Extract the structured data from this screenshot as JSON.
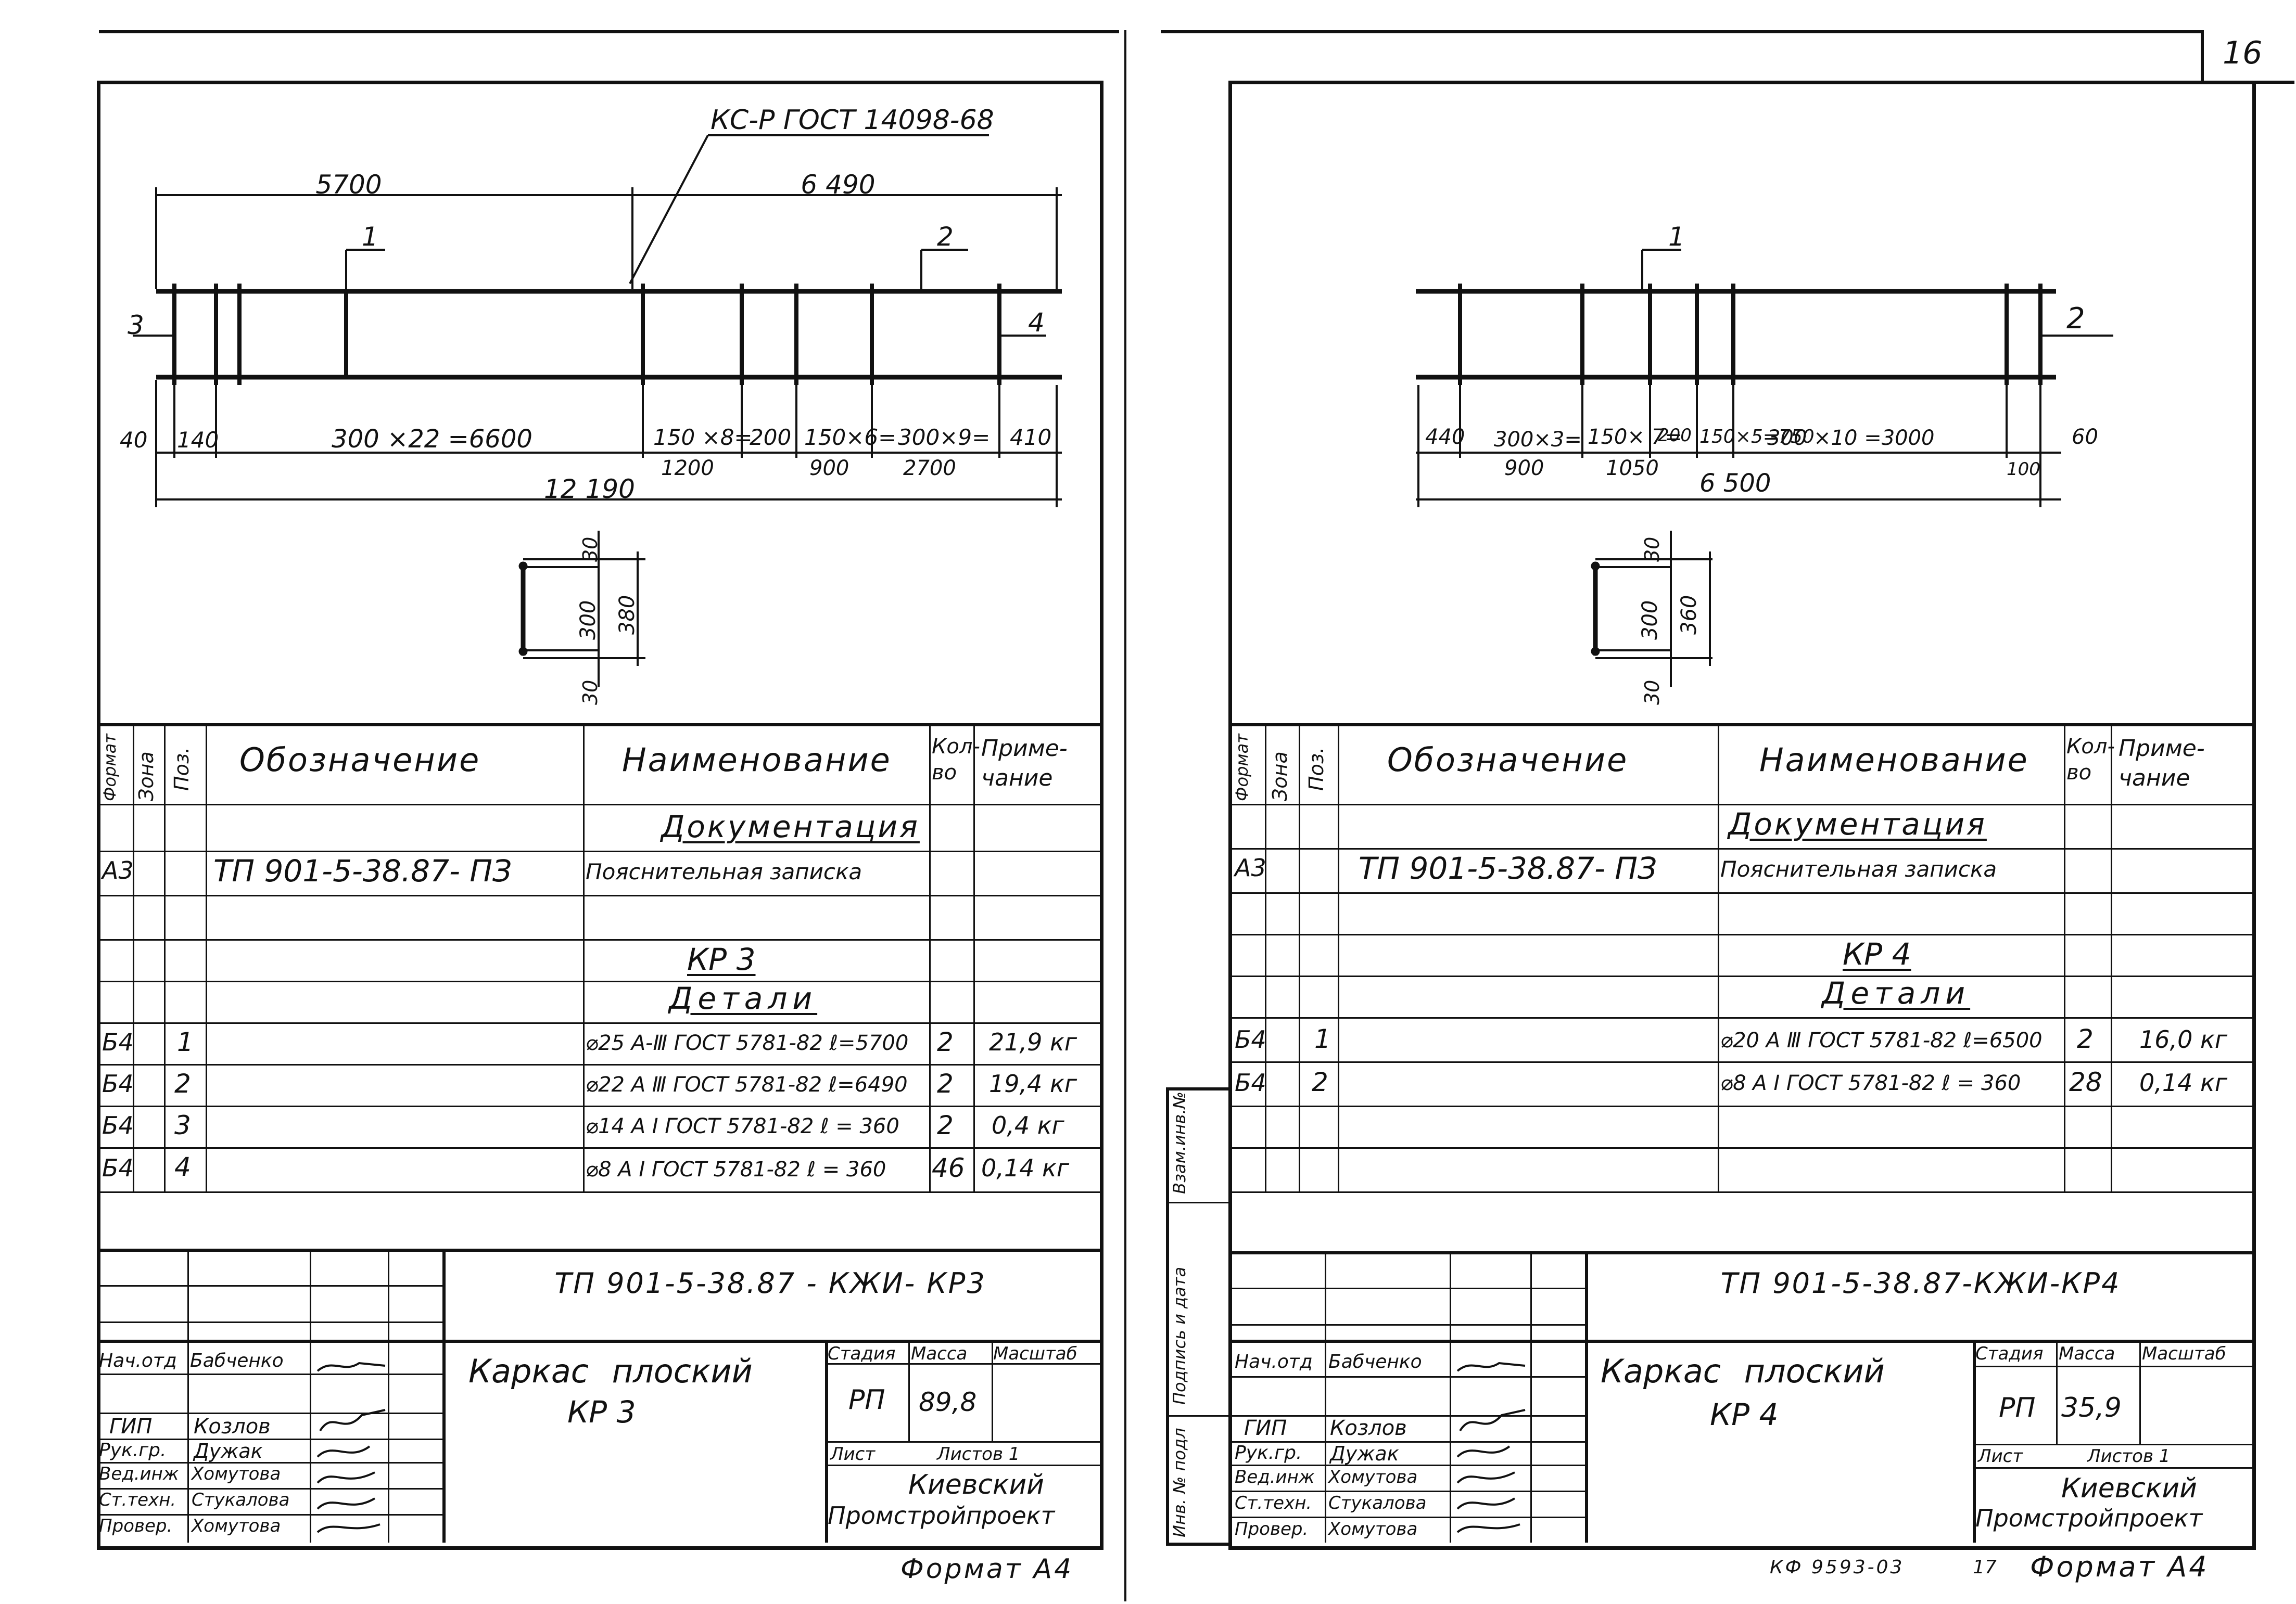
{
  "page_number": "16",
  "left": {
    "leader": "КС-Р ГОСТ 14098-68",
    "top_dims": [
      "5700",
      "6 490"
    ],
    "positions": [
      "1",
      "2",
      "3",
      "4"
    ],
    "bottom_dims": [
      "40",
      "140",
      "300 ×22 =6600",
      "150 ×8=",
      "200",
      "150×6=",
      "300×9=",
      "410"
    ],
    "bottom_dims2": [
      "1200",
      "900",
      "2700"
    ],
    "total": "12 190",
    "section_dims": [
      "30",
      "300",
      "380",
      "30"
    ],
    "headers": {
      "format": "Формат",
      "zone": "Зона",
      "pos": "Поз.",
      "designation": "Обозначение",
      "name": "Наименование",
      "qty": "Кол-во",
      "note": "Приме-чание"
    },
    "section_doc": "Документация",
    "doc_row": {
      "format": "А3",
      "designation": "ТП 901-5-38.87- ПЗ",
      "name": "Пояснительная записка"
    },
    "kr": "КР 3",
    "details": "Детали",
    "rows": [
      {
        "format": "Б4",
        "pos": "1",
        "name": "⌀25 А-Ⅲ ГОСТ 5781-82 ℓ=5700",
        "qty": "2",
        "note": "21,9 кг"
      },
      {
        "format": "Б4",
        "pos": "2",
        "name": "⌀22 А Ⅲ ГОСТ 5781-82 ℓ=6490",
        "qty": "2",
        "note": "19,4 кг"
      },
      {
        "format": "Б4",
        "pos": "3",
        "name": "⌀14 А Ⅰ ГОСТ 5781-82 ℓ = 360",
        "qty": "2",
        "note": "0,4 кг"
      },
      {
        "format": "Б4",
        "pos": "4",
        "name": "⌀8 А Ⅰ ГОСТ 5781-82 ℓ = 360",
        "qty": "46",
        "note": "0,14 кг"
      }
    ],
    "code": "ТП 901-5-38.87 - КЖИ- КР3",
    "title1": "Каркас плоский",
    "title2": "КР 3",
    "stage_label": "Стадия",
    "mass_label": "Масса",
    "scale_label": "Масштаб",
    "stage": "РП",
    "mass": "89,8",
    "sheet_label": "Лист",
    "sheets_label": "Листов 1",
    "org1": "Киевский",
    "org2": "Промстройпроект",
    "staff_roles": [
      "Нач.отд",
      "ГИП",
      "Рук.гр.",
      "Вед.инж",
      "Ст.техн.",
      "Провер."
    ],
    "staff_names": [
      "Бабченко",
      "Козлов",
      "Дужак",
      "Хомутова",
      "Стукалова",
      "Хомутова"
    ],
    "format_note": "Формат А4"
  },
  "right": {
    "positions": [
      "1",
      "2"
    ],
    "bottom_dims": [
      "440",
      "300×3=",
      "150× 7=",
      "200",
      "150×5=750",
      "300 ×10 =3000",
      "60"
    ],
    "bottom_dims2": [
      "900",
      "1050",
      "100"
    ],
    "total": "6 500",
    "section_dims": [
      "30",
      "300",
      "360",
      "30"
    ],
    "doc_row": {
      "format": "А3",
      "designation": "ТП 901-5-38.87- ПЗ",
      "name": "Пояснительная записка"
    },
    "kr": "КР 4",
    "rows": [
      {
        "format": "Б4",
        "pos": "1",
        "name": "⌀20 А Ⅲ ГОСТ 5781-82 ℓ=6500",
        "qty": "2",
        "note": "16,0 кг"
      },
      {
        "format": "Б4",
        "pos": "2",
        "name": "⌀8 А Ⅰ ГОСТ 5781-82 ℓ = 360",
        "qty": "28",
        "note": "0,14 кг"
      }
    ],
    "code": "ТП 901-5-38.87-КЖИ-КР4",
    "title1": "Каркас плоский",
    "title2": "КР 4",
    "stage": "РП",
    "mass": "35,9",
    "side_labels": [
      "Инв. № подл",
      "Подпись и дата",
      "Взам.инв.№"
    ],
    "footer_code": "КФ 9593-03",
    "footer_num": "17",
    "format_note": "Формат А4"
  }
}
